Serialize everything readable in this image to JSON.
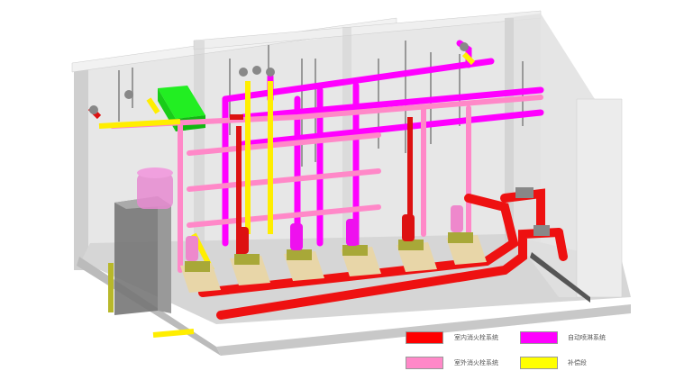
{
  "diagram": {
    "type": "3D BIM model - fire pump room piping",
    "colors": {
      "indoor_hydrant": "#ff0000",
      "sprinkler": "#ff00ff",
      "outdoor_hydrant": "#ff88c8",
      "compensation": "#ffff00",
      "tank": "#22ee22",
      "wall": "#d8d8d8"
    }
  },
  "legend": {
    "items": [
      {
        "label": "室内消火栓系统",
        "color": "#ff0000"
      },
      {
        "label": "自动喷淋系统",
        "color": "#ff00ff"
      },
      {
        "label": "室外消火栓系统",
        "color": "#ff88c8"
      },
      {
        "label": "补偿段",
        "color": "#ffff00"
      }
    ]
  }
}
